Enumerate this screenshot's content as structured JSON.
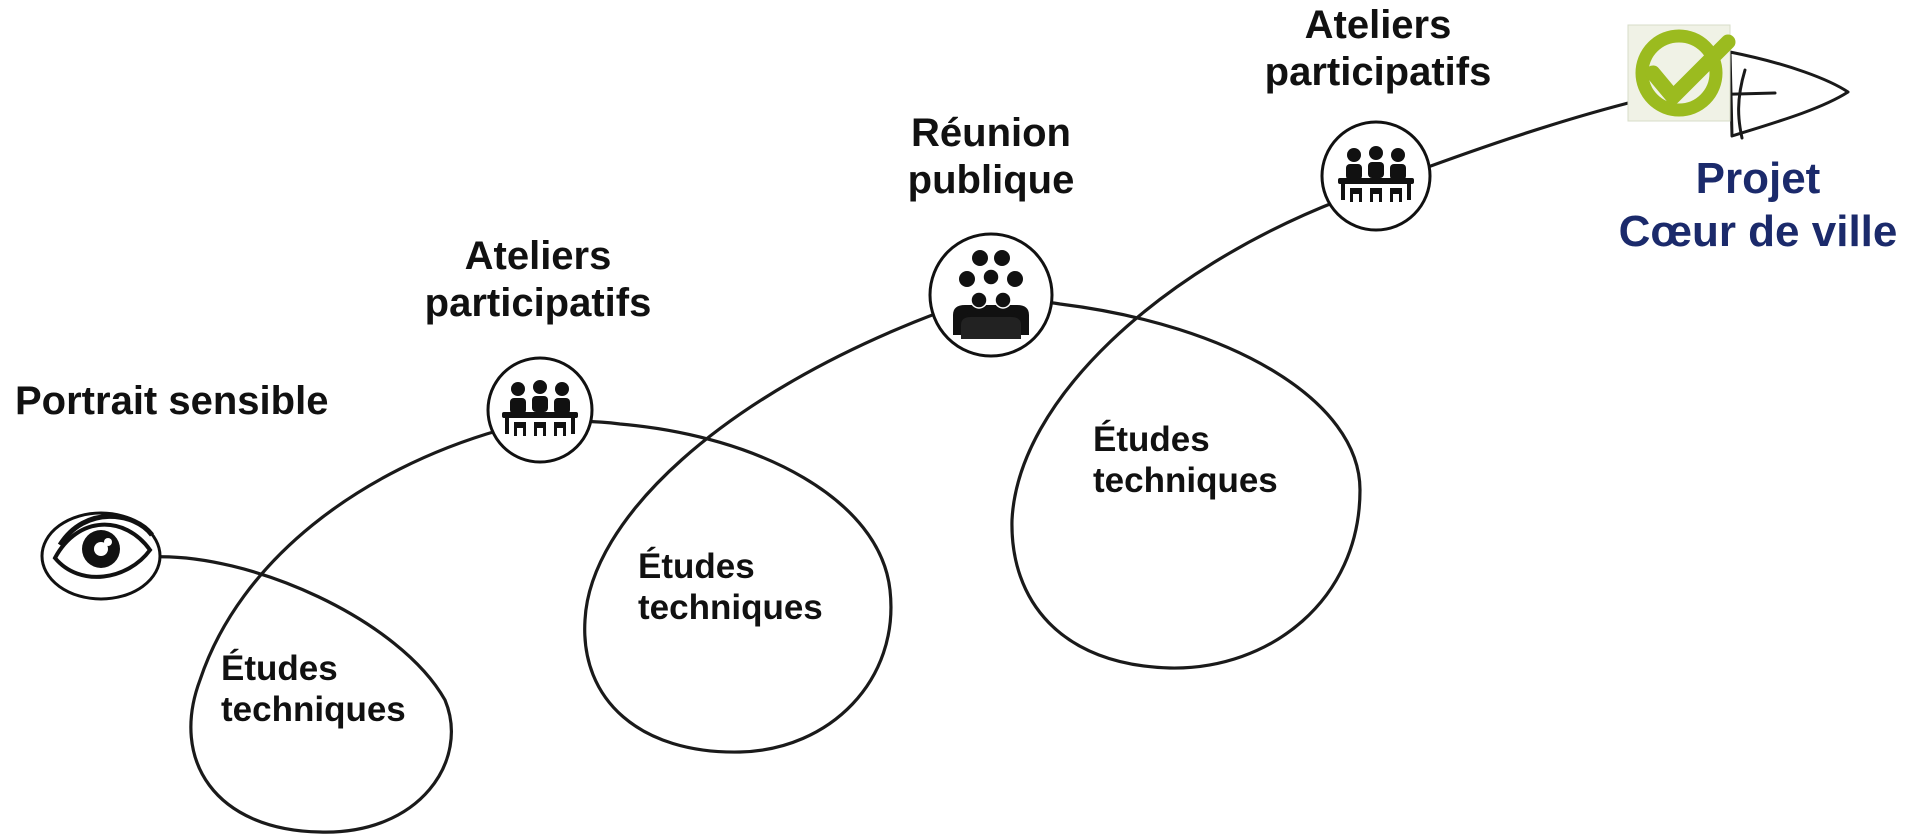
{
  "stages": [
    {
      "label_lines": [
        "Portrait sensible"
      ],
      "icon": "eye-icon"
    },
    {
      "label_lines": [
        "Ateliers",
        "participatifs"
      ],
      "icon": "meeting-table-icon"
    },
    {
      "label_lines": [
        "Réunion",
        "publique"
      ],
      "icon": "crowd-icon"
    },
    {
      "label_lines": [
        "Ateliers",
        "participatifs"
      ],
      "icon": "meeting-table-icon"
    }
  ],
  "loops": [
    {
      "label_lines": [
        "Études",
        "techniques"
      ]
    },
    {
      "label_lines": [
        "Études",
        "techniques"
      ]
    },
    {
      "label_lines": [
        "Études",
        "techniques"
      ]
    }
  ],
  "final": {
    "label_lines": [
      "Projet",
      "Cœur de ville"
    ],
    "icon": "checkmark-icon",
    "colors": {
      "label": "#1b2a6b",
      "check": "#9bbb1f"
    }
  },
  "colors": {
    "stroke": "#1a1a1a",
    "text": "#111111"
  }
}
